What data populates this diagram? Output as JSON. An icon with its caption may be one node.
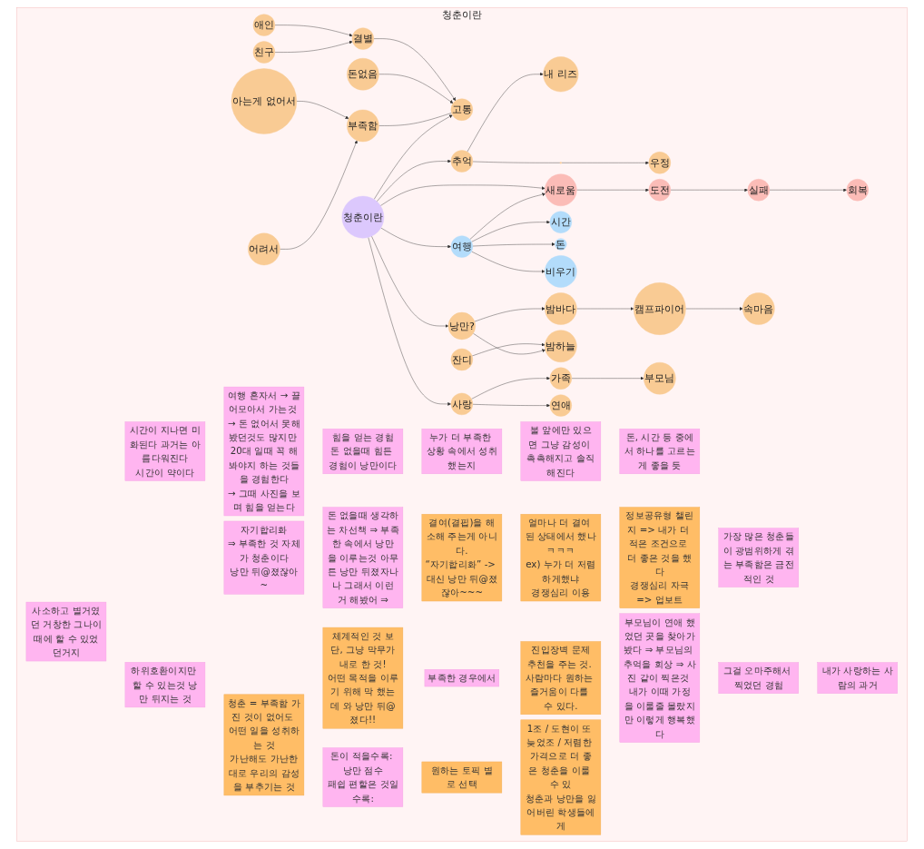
{
  "diagram": {
    "nodes": [
      {
        "text": [
          "청춘이란"
        ]
      },
      {
        "text": [
          "애인"
        ],
        "in": 0
      },
      {
        "text": [
          "친구"
        ],
        "in": 0
      },
      {
        "text": [
          "내 리즈"
        ],
        "in": 0
      },
      {
        "text": [
          "우정"
        ],
        "in": 0
      },
      {
        "text": [
          "도전"
        ],
        "in": 0
      },
      {
        "text": [
          "실패"
        ],
        "in": 0
      },
      {
        "text": [
          "회복"
        ],
        "in": 0
      },
      {
        "text": [
          "새로움"
        ],
        "in": 0
      },
      {
        "text": [
          "결별"
        ],
        "in": 0
      },
      {
        "text": [],
        "shape": "circle",
        "in": 0
      },
      {
        "text": [
          "추억"
        ],
        "in": 0
      },
      {
        "text": [
          "시간"
        ],
        "in": 0
      },
      {
        "text": [
          "돈"
        ],
        "in": 0
      },
      {
        "text": [
          "돈없음"
        ],
        "in": 0
      },
      {
        "text": [
          "고통"
        ],
        "in": 0
      },
      {
        "text": [
          "청춘이란"
        ],
        "in": 0
      },
      {
        "text": [
          "여행"
        ],
        "in": 0
      },
      {
        "text": [
          "비우기"
        ],
        "in": 0
      },
      {
        "text": [
          "아는게 없어서"
        ],
        "in": 0
      },
      {
        "text": [
          "부족함"
        ],
        "in": 0
      },
      {
        "text": [
          "낭만?"
        ],
        "in": 0
      },
      {
        "text": [
          "밤바다"
        ],
        "in": 0
      },
      {
        "text": [
          "캠프파이어"
        ],
        "in": 0
      },
      {
        "text": [
          "속마음"
        ],
        "in": 0
      },
      {
        "text": [
          "잔디"
        ],
        "in": 0
      },
      {
        "text": [
          "어려서"
        ],
        "in": 0
      },
      {
        "text": [
          "밤하늘"
        ],
        "in": 0
      },
      {
        "text": [
          "가족"
        ],
        "in": 0
      },
      {
        "text": [
          "사랑"
        ],
        "in": 0
      },
      {
        "text": [
          "연애"
        ],
        "in": 0
      },
      {
        "text": [
          "부모님"
        ],
        "in": 0
      },
      {
        "text": [
          "사소하고 별거였던 거창한 그나이때에 할 수 있었던거지"
        ],
        "in": 0
      },
      {
        "text": [
          "시간이 지나면 미화된다 과거는 아름다워진다",
          "시간이 약이다"
        ],
        "in": 0
      },
      {
        "text": [
          "여행 혼자서 → 끌어모아서 가는것 → 돈 없어서 못해봤던것도 많지만 20대 일때 꼭 해봐야지 하는 것들을 경험한다",
          "→ 그때 사진을 보며 힘을 얻는다"
        ],
        "in": 0
      },
      {
        "text": [
          "힘을 얻는 경험",
          "돈 없을때 힘든 경험이 낭만이다"
        ],
        "in": 0
      },
      {
        "text": [
          "누가 더 부족한 상황 속에서 성취했는지"
        ],
        "in": 0
      },
      {
        "text": [
          "불 앞에만 있으면 그냥 감성이 촉촉해지고 솔직해진다"
        ],
        "in": 0
      },
      {
        "text": [
          "돈, 시간 등 중에서 하나를 고르는게 좋을 듯"
        ],
        "in": 0
      },
      {
        "text": [
          "하위호환이지만 할 수 있는것 낭만 뒤지는 것"
        ],
        "in": 0
      },
      {
        "text": [
          "자기합리화",
          "⇒ 부족한 것 자체가 청춘이다",
          "낭만 뒤@졌잖아~"
        ],
        "in": 0
      },
      {
        "text": [
          "돈 없을때 생각하는 차선책 ⇒ 부족한 속에서 낭만을 이루는것 아무튼 낭만 뒤졌자나",
          "나 그래서 이런거 해봤어 ⇒"
        ],
        "in": 0
      },
      {
        "text": [
          "결여(결핍)을 해소해 주는게 아니다.",
          "“자기합리화” -> 대신 낭만 뒤@졌잖아~~~"
        ],
        "in": 0
      },
      {
        "text": [
          "얼마나 더 결여 된 상태에서 했나ㅋㅋㅋ",
          "ex) 누가 더 저렴하게했냐",
          "경쟁심리 이용"
        ],
        "in": 0
      },
      {
        "text": [
          "정보공유형 챌린지 => 내가 더 적은 조건으로 더 좋은 것을 했다",
          "경쟁심리 자극",
          "=> 업보트"
        ],
        "in": 0
      },
      {
        "text": [
          "가장 많은 청춘들이 광범위하게 겪는 부족함은 금전적인 것"
        ],
        "in": 0
      },
      {
        "text": [
          "청춘 = 부족함 가진 것이 없어도 어떤 일을 성취하는 것",
          "가난해도 가난한대로 우리의 감성을 부추기는 것"
        ],
        "in": 0
      },
      {
        "text": [
          "체계적인 것 보단, 그냥 막무가내로 한 것!",
          "어떤 목적을 이루기 위해 막 했는데 와 낭만 뒤@졌다!!"
        ],
        "in": 0
      },
      {
        "text": [
          "부족한 경우에서"
        ],
        "in": 0
      },
      {
        "text": [
          "진입장벽 문제",
          "추천을 주는 것. 사람마다 원하는 즐거움이 다를 수 있다."
        ],
        "in": 0
      },
      {
        "text": [
          "부모님이 연애 했었던 곳을 찾아가봤다 ⇒ 부모님의 추억을 회상 ⇒ 사진 같이 찍은것 내가 이때 가정을 이룰줄 몰랐지만 이렇게 행복했다"
        ],
        "in": 0
      },
      {
        "text": [
          "그걸 오마주해서 찍었던 경험"
        ],
        "in": 0
      },
      {
        "text": [
          "내가 사랑하는 사람의 과거"
        ],
        "in": 0
      },
      {
        "text": [
          "돈이 적을수록: 낭만 점수",
          "패쉽 편할은 것일수록:"
        ],
        "in": 0
      },
      {
        "text": [
          "원하는 토픽 별로 선택"
        ],
        "in": 0
      },
      {
        "text": [
          "1조 / 도현이 또 늦었조 / 저렴한 가격으로 더 좋은 청춘을 이룰 수 있",
          "청춘과 낭만을 잃어버린 학생들에게"
        ],
        "in": 0
      }
    ],
    "edges": [
      {
        "from": 1,
        "to": 9,
        "arrow": "to"
      },
      {
        "from": 2,
        "to": 9,
        "arrow": "to"
      },
      {
        "from": 9,
        "to": 15,
        "arrow": "to"
      },
      {
        "from": 14,
        "to": 15,
        "arrow": "to"
      },
      {
        "from": 20,
        "to": 15,
        "arrow": "none"
      },
      {
        "from": 19,
        "to": 20,
        "arrow": "to"
      },
      {
        "from": 26,
        "to": 20,
        "arrow": "to"
      },
      {
        "from": 16,
        "to": 15,
        "arrow": "to"
      },
      {
        "from": 16,
        "to": 11,
        "arrow": "to"
      },
      {
        "from": 11,
        "to": 3,
        "arrow": "to"
      },
      {
        "from": 11,
        "to": 10,
        "arrow": "none"
      },
      {
        "from": 10,
        "to": 4,
        "arrow": "to"
      },
      {
        "from": 16,
        "to": 8,
        "arrow": "to"
      },
      {
        "from": 16,
        "to": 17,
        "arrow": "to"
      },
      {
        "from": 17,
        "to": 8,
        "arrow": "to"
      },
      {
        "from": 17,
        "to": 12,
        "arrow": "to"
      },
      {
        "from": 17,
        "to": 13,
        "arrow": "to"
      },
      {
        "from": 17,
        "to": 18,
        "arrow": "to"
      },
      {
        "from": 8,
        "to": 5,
        "arrow": "to"
      },
      {
        "from": 5,
        "to": 6,
        "arrow": "to"
      },
      {
        "from": 6,
        "to": 7,
        "arrow": "to"
      },
      {
        "from": 16,
        "to": 21,
        "arrow": "to"
      },
      {
        "from": 21,
        "to": 22,
        "arrow": "to"
      },
      {
        "from": 22,
        "to": 23,
        "arrow": "to"
      },
      {
        "from": 23,
        "to": 24,
        "arrow": "to"
      },
      {
        "from": 25,
        "to": 27,
        "arrow": "to"
      },
      {
        "from": 21,
        "to": 27,
        "arrow": "to"
      },
      {
        "from": 16,
        "to": 29,
        "arrow": "to"
      },
      {
        "from": 29,
        "to": 28,
        "arrow": "to"
      },
      {
        "from": 29,
        "to": 30,
        "arrow": "to"
      },
      {
        "from": 28,
        "to": 31,
        "arrow": "to"
      }
    ]
  }
}
